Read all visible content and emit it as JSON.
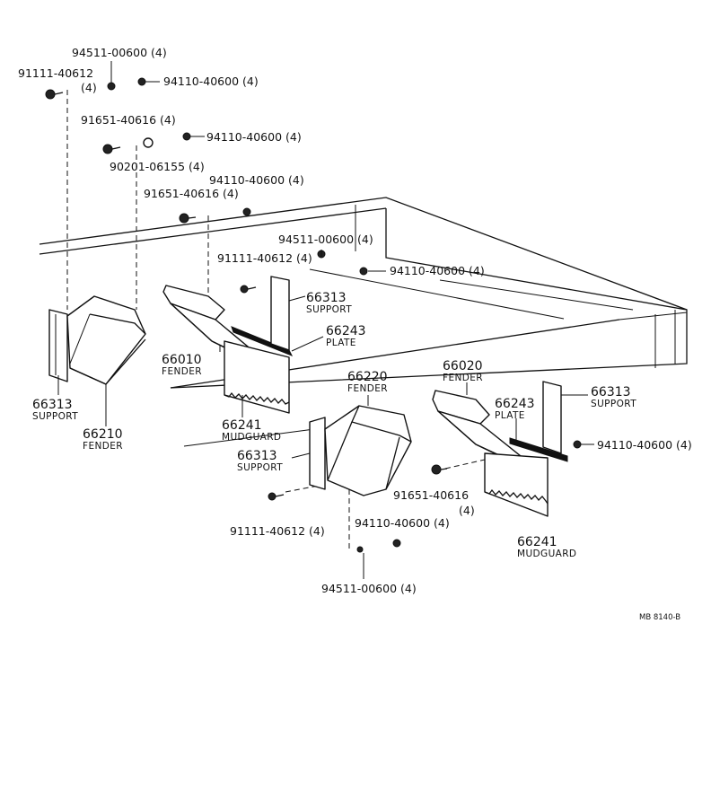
{
  "diagram": {
    "code": "MB 8140-B",
    "labels": {
      "p_94511_top": "94511-00600 (4)",
      "p_91111_top": "91111-40612",
      "p_91111_top_qty": "(4)",
      "p_94110_a": "94110-40600 (4)",
      "p_91651_a": "91651-40616 (4)",
      "p_94110_b": "94110-40600 (4)",
      "p_90201": "90201-06155 (4)",
      "p_94110_c": "94110-40600 (4)",
      "p_91651_b": "91651-40616 (4)",
      "p_94511_mid": "94511-00600 (4)",
      "p_91111_mid": "91111-40612 (4)",
      "p_94110_d": "94110-40600 (4)",
      "support_r_mid_num": "66313",
      "support_r_mid_name": "SUPPORT",
      "plate_l_num": "66243",
      "plate_l_name": "PLATE",
      "fender_66010_num": "66010",
      "fender_66010_name": "FENDER",
      "support_l_num": "66313",
      "support_l_name": "SUPPORT",
      "fender_66210_num": "66210",
      "fender_66210_name": "FENDER",
      "mudguard_l_num": "66241",
      "mudguard_l_name": "MUDGUARD",
      "fender_66220_num": "66220",
      "fender_66220_name": "FENDER",
      "fender_66020_num": "66020",
      "fender_66020_name": "FENDER",
      "plate_r_num": "66243",
      "plate_r_name": "PLATE",
      "support_r_num": "66313",
      "support_r_name": "SUPPORT",
      "p_94110_e": "94110-40600 (4)",
      "support_c_num": "66313",
      "support_c_name": "SUPPORT",
      "p_91651_c": "91651-40616",
      "p_91651_c_qty": "(4)",
      "p_91111_bot": "91111-40612 (4)",
      "p_94110_f": "94110-40600 (4)",
      "mudguard_r_num": "66241",
      "mudguard_r_name": "MUDGUARD",
      "p_94511_bot": "94511-00600 (4)"
    }
  }
}
